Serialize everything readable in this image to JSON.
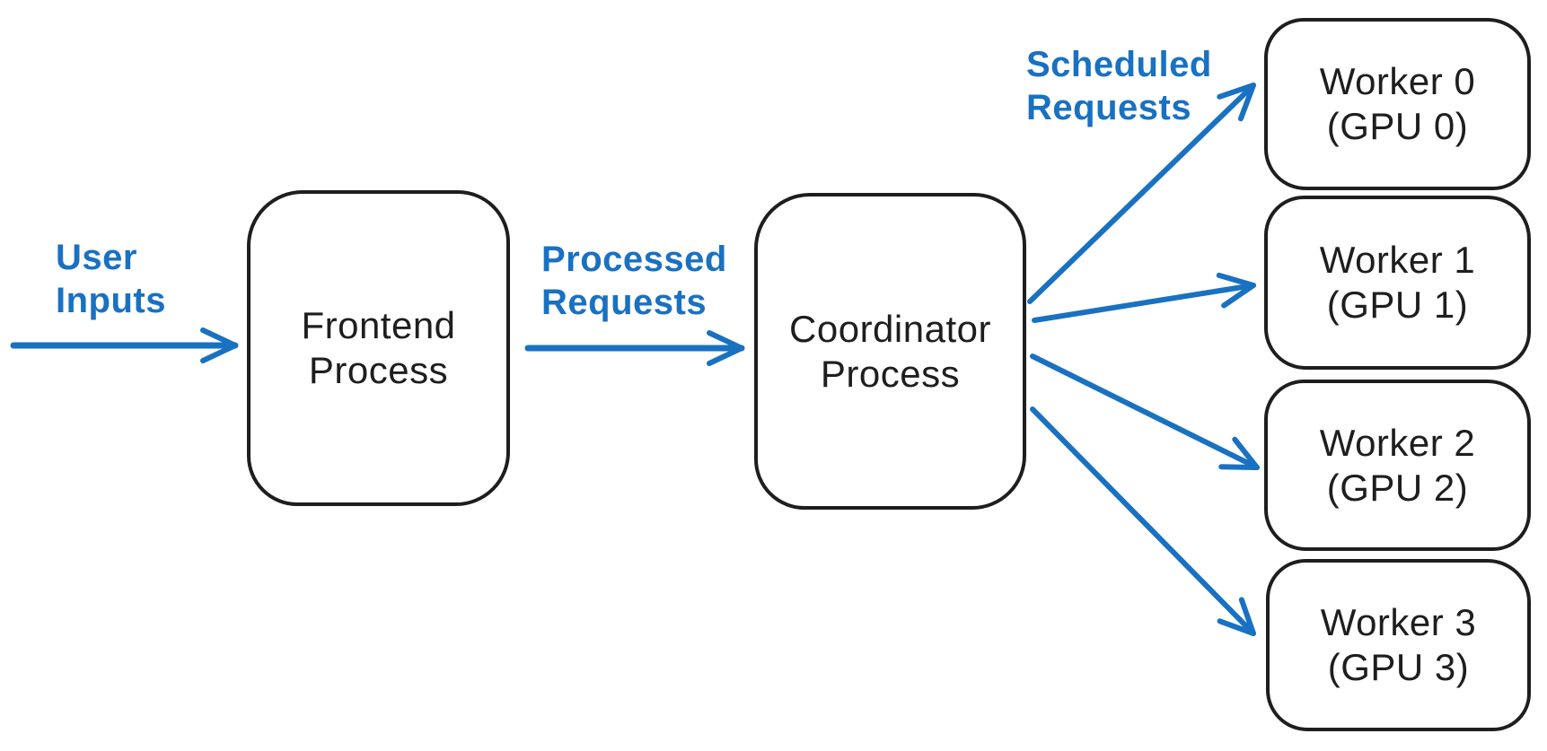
{
  "diagram": {
    "type": "flow",
    "style": "hand-drawn",
    "colors": {
      "node_stroke": "#1e1e1e",
      "node_fill": "#ffffff",
      "arrow": "#1971c2",
      "flow_label_text": "#1971c2",
      "background": "#ffffff"
    },
    "nodes": [
      {
        "id": "frontend",
        "label": "Frontend\nProcess"
      },
      {
        "id": "coordinator",
        "label": "Coordinator\nProcess"
      },
      {
        "id": "worker0",
        "label": "Worker 0\n(GPU 0)"
      },
      {
        "id": "worker1",
        "label": "Worker 1\n(GPU 1)"
      },
      {
        "id": "worker2",
        "label": "Worker 2\n(GPU 2)"
      },
      {
        "id": "worker3",
        "label": "Worker 3\n(GPU 3)"
      }
    ],
    "flow_labels": [
      {
        "id": "user-inputs",
        "label": "User\nInputs"
      },
      {
        "id": "processed-requests",
        "label": "Processed\nRequests"
      },
      {
        "id": "scheduled-requests",
        "label": "Scheduled\nRequests"
      }
    ],
    "edges": [
      {
        "from": "external",
        "to": "frontend",
        "label": "User Inputs"
      },
      {
        "from": "frontend",
        "to": "coordinator",
        "label": "Processed Requests"
      },
      {
        "from": "coordinator",
        "to": "worker0",
        "label": "Scheduled Requests"
      },
      {
        "from": "coordinator",
        "to": "worker1",
        "label": "Scheduled Requests"
      },
      {
        "from": "coordinator",
        "to": "worker2",
        "label": "Scheduled Requests"
      },
      {
        "from": "coordinator",
        "to": "worker3",
        "label": "Scheduled Requests"
      }
    ]
  }
}
